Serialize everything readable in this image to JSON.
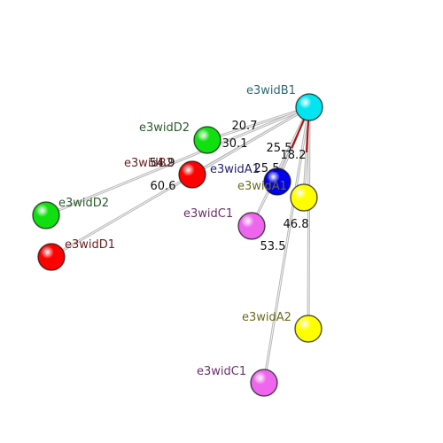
{
  "nodes": [
    {
      "id": "B1",
      "label": "e3widB1",
      "color": "#00e5f0",
      "label_color": "#2b6b74"
    },
    {
      "id": "D2a",
      "label": "e3widD2",
      "color": "#10e010",
      "label_color": "#2d5a2d"
    },
    {
      "id": "B2",
      "label": "e3widB2",
      "color": "#ff0000",
      "label_color": "#6b2020"
    },
    {
      "id": "A1a",
      "label": "e3widA1",
      "color": "#0000ee",
      "label_color": "#232370"
    },
    {
      "id": "A1b",
      "label": "e3widA1",
      "color": "#ffff00",
      "label_color": "#6b6b20"
    },
    {
      "id": "C1a",
      "label": "e3widC1",
      "color": "#ee66ee",
      "label_color": "#6b2f6b"
    },
    {
      "id": "D2b",
      "label": "e3widD2",
      "color": "#10e010",
      "label_color": "#2d5a2d"
    },
    {
      "id": "D1",
      "label": "e3widD1",
      "color": "#ff0000",
      "label_color": "#6b2020"
    },
    {
      "id": "A2",
      "label": "e3widA2",
      "color": "#ffff00",
      "label_color": "#6b6b20"
    },
    {
      "id": "C1b",
      "label": "e3widC1",
      "color": "#ee66ee",
      "label_color": "#6b2f6b"
    }
  ],
  "edges": [
    {
      "from": "B1",
      "to": "D2a",
      "label": "20.7"
    },
    {
      "from": "B1",
      "to": "B2",
      "label": "30.1"
    },
    {
      "from": "B1",
      "to": "D2b",
      "label": "54.9"
    },
    {
      "from": "B1",
      "to": "D1",
      "label": "60.6"
    },
    {
      "from": "B1",
      "to": "A1a",
      "label": "25.5"
    },
    {
      "from": "B1",
      "to": "A1b",
      "label": "18.2"
    },
    {
      "from": "B1",
      "to": "C1a",
      "label": "25.5"
    },
    {
      "from": "B1",
      "to": "A2",
      "label": "46.8"
    },
    {
      "from": "B1",
      "to": "C1b",
      "label": "53.5"
    }
  ]
}
